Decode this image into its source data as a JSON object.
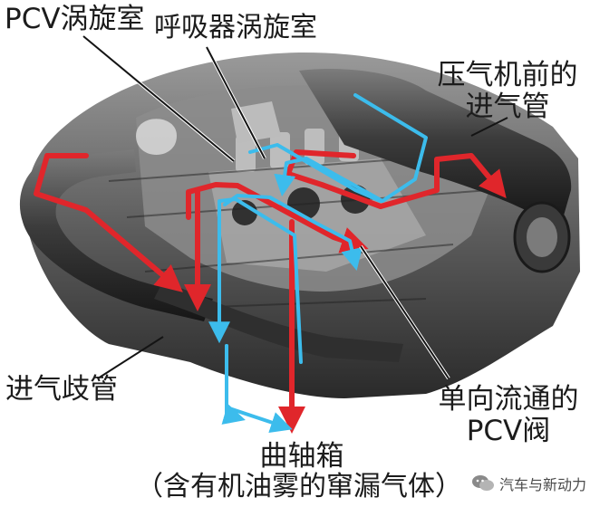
{
  "labels": {
    "pcv_swirl_chamber": "PCV涡旋室",
    "breather_swirl_chamber": "呼吸器涡旋室",
    "compressor_pre_intake": [
      "压气机前的",
      "进气管"
    ],
    "intake_manifold": "进气歧管",
    "check_valve": [
      "单向流通的",
      "PCV阀"
    ],
    "crankcase": "曲轴箱",
    "blowby_note": "（含有机油雾的窜漏气体）"
  },
  "watermark": "汽车与新动力",
  "colors": {
    "fresh_air_flow": "#3cbcec",
    "blowby_flow": "#e0262b",
    "engine_dark": "#2b2b2b",
    "engine_mid": "#6a6a6a",
    "engine_light": "#bdbdbd"
  },
  "icons": {
    "watermark": "wechat-icon"
  }
}
